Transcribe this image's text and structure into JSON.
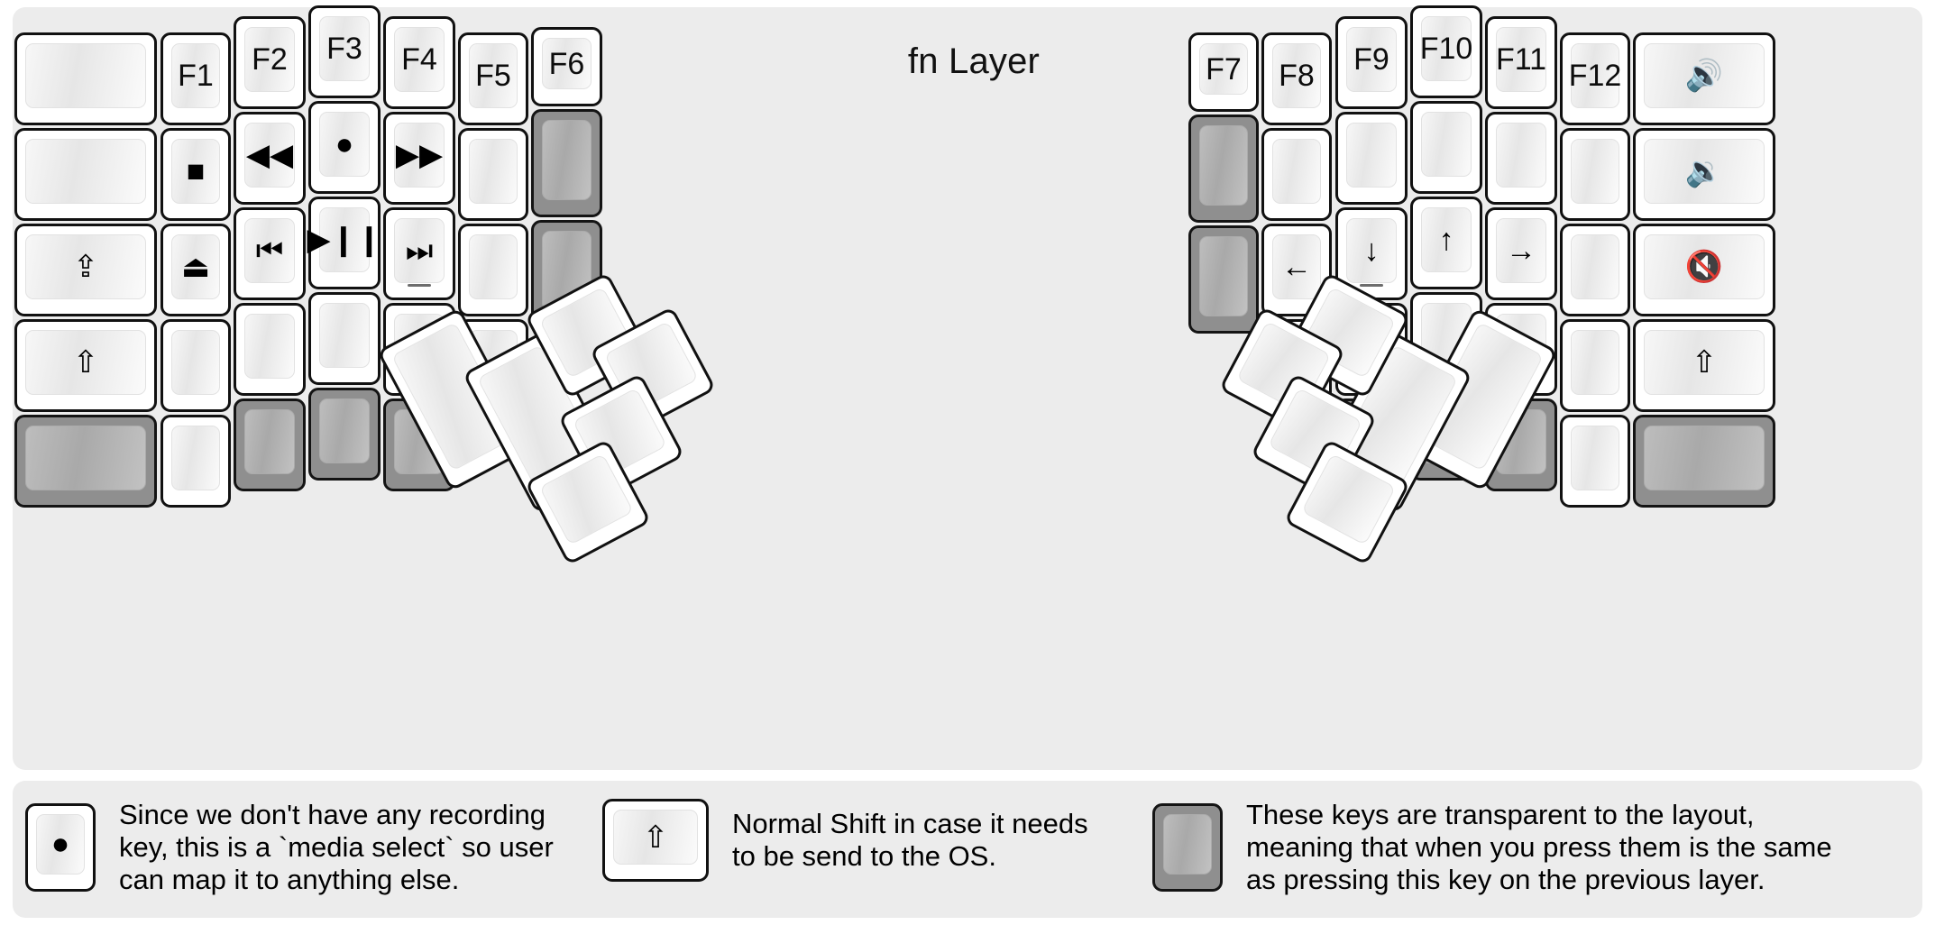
{
  "title": "fn Layer",
  "colors": {
    "panel_bg": "#ececec",
    "page_bg": "#ffffff",
    "key_border": "#111111",
    "key_face": "#ffffff",
    "transparent_key": "#8f8f8f",
    "transparent_key_face": "#b3b3b3",
    "label": "#0d0d0d"
  },
  "glyphs": {
    "record": "●",
    "stop": "■",
    "eject": "⏏",
    "rewind": "◀◀",
    "fast_forward": "▶▶",
    "prev_track": "⏮",
    "next_track": "⏭",
    "play_pause": "▶❙❙",
    "shift": "⇧",
    "caps_lock": "⇪",
    "arrow_left": "←",
    "arrow_down": "↓",
    "arrow_up": "↑",
    "arrow_right": "→",
    "volume_up": "🔊",
    "volume_down": "🔉",
    "volume_mute": "🔇"
  },
  "left_half": {
    "name": "left-key-matrix",
    "columns": [
      {
        "name": "col-pinky-outer",
        "keys": [
          {
            "name": "key-blank-l1r1",
            "label": "",
            "type": "blank"
          },
          {
            "name": "key-blank-l1r2",
            "label": "",
            "type": "blank"
          },
          {
            "name": "key-caps-lock",
            "label": "⇪",
            "type": "glyph"
          },
          {
            "name": "key-shift-left",
            "label": "⇧",
            "type": "glyph"
          },
          {
            "name": "key-transparent-l1r5",
            "label": "",
            "type": "transparent"
          }
        ]
      },
      {
        "name": "col-pinky",
        "keys": [
          {
            "name": "key-f1",
            "label": "F1",
            "type": "text"
          },
          {
            "name": "key-media-stop",
            "label": "■",
            "type": "glyph"
          },
          {
            "name": "key-media-eject",
            "label": "⏏",
            "type": "glyph"
          },
          {
            "name": "key-blank-l2r4",
            "label": "",
            "type": "blank"
          },
          {
            "name": "key-blank-l2r5",
            "label": "",
            "type": "blank"
          }
        ]
      },
      {
        "name": "col-ring",
        "keys": [
          {
            "name": "key-f2",
            "label": "F2",
            "type": "text"
          },
          {
            "name": "key-media-rewind",
            "label": "◀◀",
            "type": "glyph"
          },
          {
            "name": "key-media-prev-track",
            "label": "⏮",
            "type": "glyph"
          },
          {
            "name": "key-blank-l3r4",
            "label": "",
            "type": "blank"
          },
          {
            "name": "key-transparent-l3r5",
            "label": "",
            "type": "transparent"
          }
        ]
      },
      {
        "name": "col-middle",
        "keys": [
          {
            "name": "key-f3",
            "label": "F3",
            "type": "text"
          },
          {
            "name": "key-media-record",
            "label": "●",
            "type": "glyph"
          },
          {
            "name": "key-media-play-pause",
            "label": "▶❙❙",
            "type": "glyph"
          },
          {
            "name": "key-blank-l4r4",
            "label": "",
            "type": "blank"
          },
          {
            "name": "key-transparent-l4r5",
            "label": "",
            "type": "transparent"
          }
        ]
      },
      {
        "name": "col-index",
        "keys": [
          {
            "name": "key-f4",
            "label": "F4",
            "type": "text"
          },
          {
            "name": "key-media-fast-forward",
            "label": "▶▶",
            "type": "glyph"
          },
          {
            "name": "key-media-next-track",
            "label": "⏭",
            "type": "glyph",
            "homebar": true
          },
          {
            "name": "key-blank-l5r4",
            "label": "",
            "type": "blank"
          },
          {
            "name": "key-transparent-l5r5",
            "label": "",
            "type": "transparent"
          }
        ]
      },
      {
        "name": "col-index-inner",
        "keys": [
          {
            "name": "key-f5",
            "label": "F5",
            "type": "text"
          },
          {
            "name": "key-blank-l6r2",
            "label": "",
            "type": "blank"
          },
          {
            "name": "key-blank-l6r3",
            "label": "",
            "type": "blank"
          },
          {
            "name": "key-blank-l6r4",
            "label": "",
            "type": "blank"
          }
        ]
      },
      {
        "name": "col-inner",
        "keys": [
          {
            "name": "key-f6",
            "label": "F6",
            "type": "text"
          },
          {
            "name": "key-transparent-l7r2",
            "label": "",
            "type": "transparent"
          },
          {
            "name": "key-transparent-l7r3",
            "label": "",
            "type": "transparent"
          }
        ]
      }
    ],
    "thumb_cluster": {
      "name": "left-thumb-cluster",
      "keys": [
        {
          "name": "thumb-key-left-outer-large",
          "label": "",
          "type": "blank"
        },
        {
          "name": "thumb-key-left-inner-large",
          "label": "",
          "type": "blank"
        },
        {
          "name": "thumb-key-left-top",
          "label": "",
          "type": "blank"
        },
        {
          "name": "thumb-key-left-upper-right",
          "label": "",
          "type": "blank"
        },
        {
          "name": "thumb-key-left-mid-right",
          "label": "",
          "type": "blank"
        },
        {
          "name": "thumb-key-left-lower-right",
          "label": "",
          "type": "blank"
        }
      ]
    }
  },
  "right_half": {
    "name": "right-key-matrix",
    "columns": [
      {
        "name": "col-inner-r",
        "keys": [
          {
            "name": "key-f7",
            "label": "F7",
            "type": "text"
          },
          {
            "name": "key-transparent-r1r2",
            "label": "",
            "type": "transparent"
          },
          {
            "name": "key-transparent-r1r3",
            "label": "",
            "type": "transparent"
          }
        ]
      },
      {
        "name": "col-index-inner-r",
        "keys": [
          {
            "name": "key-f8",
            "label": "F8",
            "type": "text"
          },
          {
            "name": "key-blank-r2r2",
            "label": "",
            "type": "blank"
          },
          {
            "name": "key-arrow-left",
            "label": "←",
            "type": "glyph"
          },
          {
            "name": "key-blank-r2r4",
            "label": "",
            "type": "blank"
          }
        ]
      },
      {
        "name": "col-index-r",
        "keys": [
          {
            "name": "key-f9",
            "label": "F9",
            "type": "text"
          },
          {
            "name": "key-blank-r3r2",
            "label": "",
            "type": "blank"
          },
          {
            "name": "key-arrow-down",
            "label": "↓",
            "type": "glyph",
            "homebar": true
          },
          {
            "name": "key-blank-r3r4",
            "label": "",
            "type": "blank"
          },
          {
            "name": "key-transparent-r3r5",
            "label": "",
            "type": "transparent"
          }
        ]
      },
      {
        "name": "col-middle-r",
        "keys": [
          {
            "name": "key-f10",
            "label": "F10",
            "type": "text"
          },
          {
            "name": "key-blank-r4r2",
            "label": "",
            "type": "blank"
          },
          {
            "name": "key-arrow-up",
            "label": "↑",
            "type": "glyph"
          },
          {
            "name": "key-blank-r4r4",
            "label": "",
            "type": "blank"
          },
          {
            "name": "key-transparent-r4r5",
            "label": "",
            "type": "transparent"
          }
        ]
      },
      {
        "name": "col-ring-r",
        "keys": [
          {
            "name": "key-f11",
            "label": "F11",
            "type": "text"
          },
          {
            "name": "key-blank-r5r2",
            "label": "",
            "type": "blank"
          },
          {
            "name": "key-arrow-right",
            "label": "→",
            "type": "glyph"
          },
          {
            "name": "key-blank-r5r4",
            "label": "",
            "type": "blank"
          },
          {
            "name": "key-transparent-r5r5",
            "label": "",
            "type": "transparent"
          }
        ]
      },
      {
        "name": "col-pinky-r",
        "keys": [
          {
            "name": "key-f12",
            "label": "F12",
            "type": "text"
          },
          {
            "name": "key-blank-r6r2",
            "label": "",
            "type": "blank"
          },
          {
            "name": "key-blank-r6r3",
            "label": "",
            "type": "blank"
          },
          {
            "name": "key-blank-r6r4",
            "label": "",
            "type": "blank"
          },
          {
            "name": "key-blank-r6r5",
            "label": "",
            "type": "blank"
          }
        ]
      },
      {
        "name": "col-pinky-outer-r",
        "keys": [
          {
            "name": "key-volume-up",
            "label": "🔊",
            "type": "glyph"
          },
          {
            "name": "key-volume-down",
            "label": "🔉",
            "type": "glyph"
          },
          {
            "name": "key-volume-mute",
            "label": "🔇",
            "type": "glyph"
          },
          {
            "name": "key-shift-right",
            "label": "⇧",
            "type": "glyph"
          },
          {
            "name": "key-transparent-r7r5",
            "label": "",
            "type": "transparent"
          }
        ]
      }
    ],
    "thumb_cluster": {
      "name": "right-thumb-cluster",
      "keys": [
        {
          "name": "thumb-key-right-outer-large",
          "label": "",
          "type": "blank"
        },
        {
          "name": "thumb-key-right-inner-large",
          "label": "",
          "type": "blank"
        },
        {
          "name": "thumb-key-right-top",
          "label": "",
          "type": "blank"
        },
        {
          "name": "thumb-key-right-upper-left",
          "label": "",
          "type": "blank"
        },
        {
          "name": "thumb-key-right-mid-left",
          "label": "",
          "type": "blank"
        },
        {
          "name": "thumb-key-right-lower-left",
          "label": "",
          "type": "blank"
        }
      ]
    }
  },
  "legend": [
    {
      "name": "legend-record-key",
      "glyph": "●",
      "key_type": "normal",
      "text": "Since we don't have any recording\nkey, this is a `media select` so user\ncan map it to anything else."
    },
    {
      "name": "legend-shift-key",
      "glyph": "⇧",
      "key_type": "normal",
      "text": "Normal Shift in case it needs\nto be send to the OS."
    },
    {
      "name": "legend-transparent-key",
      "glyph": "",
      "key_type": "transparent",
      "text": "These keys are transparent to the layout,\nmeaning that when you press them is the same\nas pressing this key on the previous layer."
    }
  ]
}
